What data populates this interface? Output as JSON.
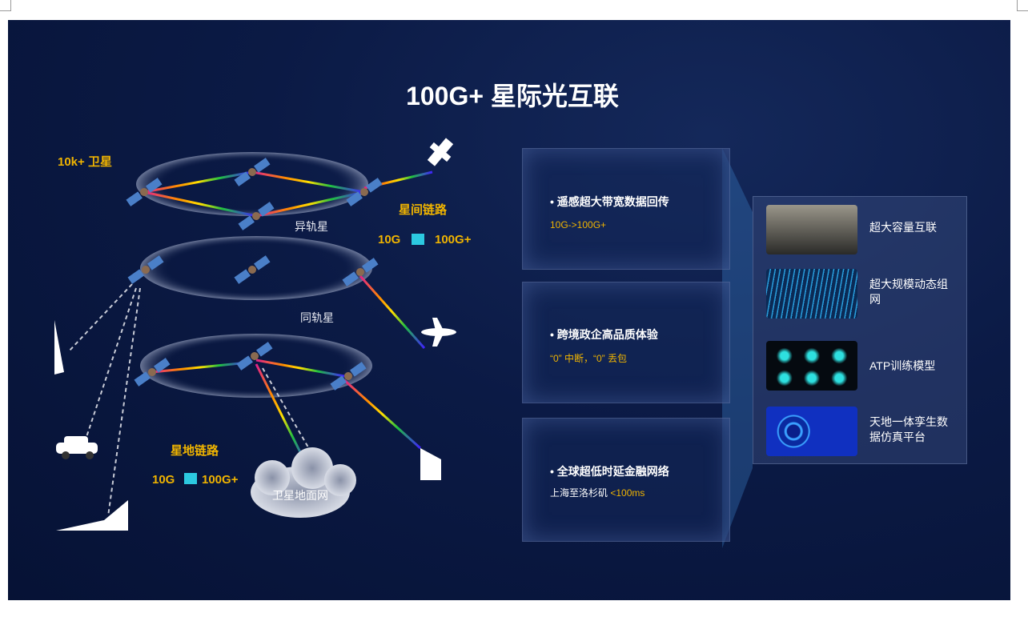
{
  "title": "100G+ 星际光互联",
  "diagram": {
    "satellites_label": "10k+ 卫星",
    "isl_label": "星间链路",
    "isl_from": "10G",
    "isl_to": "100G+",
    "diff_orbit": "异轨星",
    "same_orbit": "同轨星",
    "sgl_label": "星地链路",
    "sgl_from": "10G",
    "sgl_to": "100G+",
    "ground_network": "卫星地面网"
  },
  "scenarios": [
    {
      "heading": "遥感超大带宽数据回传",
      "detail": "10G->100G+"
    },
    {
      "heading": "跨境政企高品质体验",
      "detail": "“0” 中断，“0” 丢包"
    },
    {
      "heading": "全球超低时延金融网络",
      "detail_prefix": "上海至洛杉矶",
      "detail": "<100ms"
    }
  ],
  "capabilities": [
    {
      "label": "超大容量互联"
    },
    {
      "label": "超大规模动态组网"
    },
    {
      "label": "ATP训练模型"
    },
    {
      "label": "天地一体孪生数据仿真平台"
    }
  ],
  "colors": {
    "accent": "#f0b400",
    "background": "#0b1a45"
  }
}
